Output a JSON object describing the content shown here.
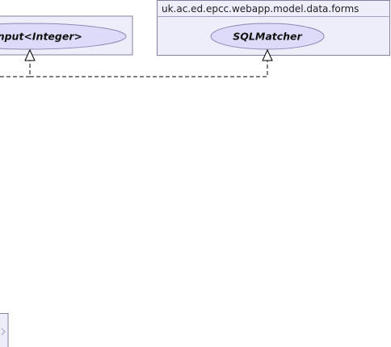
{
  "packages": [
    {
      "name": "",
      "interface": "Input<Integer>",
      "visible_interface_text": "Input<Integer>"
    },
    {
      "name": "uk.ac.ed.epcc.webapp.model.data.forms",
      "interface": "SQLMatcher"
    }
  ],
  "relations": [
    {
      "type": "realization",
      "target": "Input<Integer>"
    },
    {
      "type": "realization",
      "target": "SQLMatcher"
    }
  ],
  "colors": {
    "package_fill": "#eeeefa",
    "package_border": "#8080a0",
    "interface_fill": "#dcdcfa",
    "interface_border": "#8888b8",
    "edge": "#000000"
  }
}
